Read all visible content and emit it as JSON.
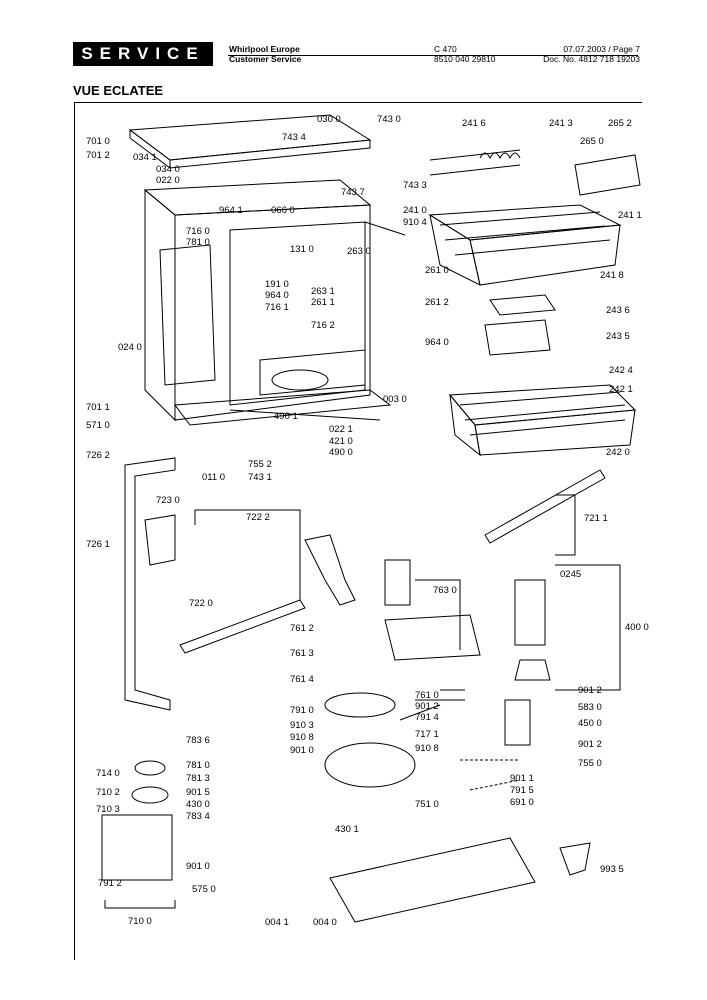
{
  "header": {
    "badge": "SERVICE",
    "company": "Whirlpool Europe",
    "department": "Customer Service",
    "model": "C 470",
    "code": "8510 040 29810",
    "date_page": "07.07.2003 / Page 7",
    "doc_no": "Doc. No. 4812 718 19203"
  },
  "title": "VUE ECLATEE",
  "labels": [
    {
      "id": "p701-0",
      "text": "701 0"
    },
    {
      "id": "p701-2",
      "text": "701 2"
    },
    {
      "id": "p034-1",
      "text": "034 1"
    },
    {
      "id": "p034-0",
      "text": "034 0"
    },
    {
      "id": "p022-0",
      "text": "022 0"
    },
    {
      "id": "p030-0",
      "text": "030 0"
    },
    {
      "id": "p743-4",
      "text": "743 4"
    },
    {
      "id": "p743-0",
      "text": "743 0"
    },
    {
      "id": "p743-7",
      "text": "743 7"
    },
    {
      "id": "p743-3",
      "text": "743 3"
    },
    {
      "id": "p964-1",
      "text": "964 1"
    },
    {
      "id": "p066-0",
      "text": "066 0"
    },
    {
      "id": "p241-0",
      "text": "241 0"
    },
    {
      "id": "p910-4",
      "text": "910 4"
    },
    {
      "id": "p241-6",
      "text": "241 6"
    },
    {
      "id": "p241-3",
      "text": "241 3"
    },
    {
      "id": "p265-2",
      "text": "265 2"
    },
    {
      "id": "p265-0",
      "text": "265 0"
    },
    {
      "id": "p241-1",
      "text": "241 1"
    },
    {
      "id": "p716-0",
      "text": "716 0"
    },
    {
      "id": "p781-0a",
      "text": "781 0"
    },
    {
      "id": "p131-0",
      "text": "131 0"
    },
    {
      "id": "p263-0",
      "text": "263 0"
    },
    {
      "id": "p241-8",
      "text": "241 8"
    },
    {
      "id": "p261-0",
      "text": "261 0"
    },
    {
      "id": "p191-0",
      "text": "191 0"
    },
    {
      "id": "p263-1",
      "text": "263 1"
    },
    {
      "id": "p964-0a",
      "text": "964 0"
    },
    {
      "id": "p261-1",
      "text": "261 1"
    },
    {
      "id": "p261-2",
      "text": "261 2"
    },
    {
      "id": "p243-6",
      "text": "243 6"
    },
    {
      "id": "p716-1",
      "text": "716 1"
    },
    {
      "id": "p716-2",
      "text": "716 2"
    },
    {
      "id": "p243-5",
      "text": "243 5"
    },
    {
      "id": "p964-0b",
      "text": "964 0"
    },
    {
      "id": "p024-0",
      "text": "024 0"
    },
    {
      "id": "p242-4",
      "text": "242 4"
    },
    {
      "id": "p242-1",
      "text": "242 1"
    },
    {
      "id": "p003-0",
      "text": "003 0"
    },
    {
      "id": "p701-1",
      "text": "701 1"
    },
    {
      "id": "p490-1",
      "text": "490 1"
    },
    {
      "id": "p022-1",
      "text": "022 1"
    },
    {
      "id": "p571-0",
      "text": "571 0"
    },
    {
      "id": "p421-0",
      "text": "421 0"
    },
    {
      "id": "p490-0",
      "text": "490 0"
    },
    {
      "id": "p242-0",
      "text": "242 0"
    },
    {
      "id": "p726-2",
      "text": "726 2"
    },
    {
      "id": "p755-2",
      "text": "755 2"
    },
    {
      "id": "p011-0",
      "text": "011 0"
    },
    {
      "id": "p743-1",
      "text": "743 1"
    },
    {
      "id": "p723-0",
      "text": "723 0"
    },
    {
      "id": "p722-2",
      "text": "722 2"
    },
    {
      "id": "p721-1",
      "text": "721 1"
    },
    {
      "id": "p726-1",
      "text": "726 1"
    },
    {
      "id": "p763-0",
      "text": "763 0"
    },
    {
      "id": "p0245",
      "text": "0245"
    },
    {
      "id": "p722-0",
      "text": "722 0"
    },
    {
      "id": "p761-2",
      "text": "761 2"
    },
    {
      "id": "p400-0",
      "text": "400 0"
    },
    {
      "id": "p761-3",
      "text": "761 3"
    },
    {
      "id": "p761-4",
      "text": "761 4"
    },
    {
      "id": "p901-2a",
      "text": "901 2"
    },
    {
      "id": "p761-0",
      "text": "761 0"
    },
    {
      "id": "p791-0",
      "text": "791 0"
    },
    {
      "id": "p901-2b",
      "text": "901 2"
    },
    {
      "id": "p583-0",
      "text": "583 0"
    },
    {
      "id": "p791-4",
      "text": "791 4"
    },
    {
      "id": "p450-0",
      "text": "450 0"
    },
    {
      "id": "p910-3",
      "text": "910 3"
    },
    {
      "id": "p717-1",
      "text": "717 1"
    },
    {
      "id": "p910-8a",
      "text": "910 8"
    },
    {
      "id": "p910-8b",
      "text": "910 8"
    },
    {
      "id": "p901-2c",
      "text": "901 2"
    },
    {
      "id": "p783-6",
      "text": "783 6"
    },
    {
      "id": "p901-0a",
      "text": "901 0"
    },
    {
      "id": "p755-0",
      "text": "755 0"
    },
    {
      "id": "p714-0",
      "text": "714 0"
    },
    {
      "id": "p781-0b",
      "text": "781 0"
    },
    {
      "id": "p901-1",
      "text": "901 1"
    },
    {
      "id": "p710-2",
      "text": "710 2"
    },
    {
      "id": "p781-3",
      "text": "781 3"
    },
    {
      "id": "p791-5",
      "text": "791 5"
    },
    {
      "id": "p901-5",
      "text": "901 5"
    },
    {
      "id": "p691-0",
      "text": "691 0"
    },
    {
      "id": "p430-0",
      "text": "430 0"
    },
    {
      "id": "p751-0",
      "text": "751 0"
    },
    {
      "id": "p710-3",
      "text": "710 3"
    },
    {
      "id": "p783-4",
      "text": "783 4"
    },
    {
      "id": "p430-1",
      "text": "430 1"
    },
    {
      "id": "p901-0b",
      "text": "901 0"
    },
    {
      "id": "p993-5",
      "text": "993 5"
    },
    {
      "id": "p791-2",
      "text": "791 2"
    },
    {
      "id": "p575-0",
      "text": "575 0"
    },
    {
      "id": "p710-0",
      "text": "710 0"
    },
    {
      "id": "p004-1",
      "text": "004 1"
    },
    {
      "id": "p004-0",
      "text": "004 0"
    }
  ]
}
